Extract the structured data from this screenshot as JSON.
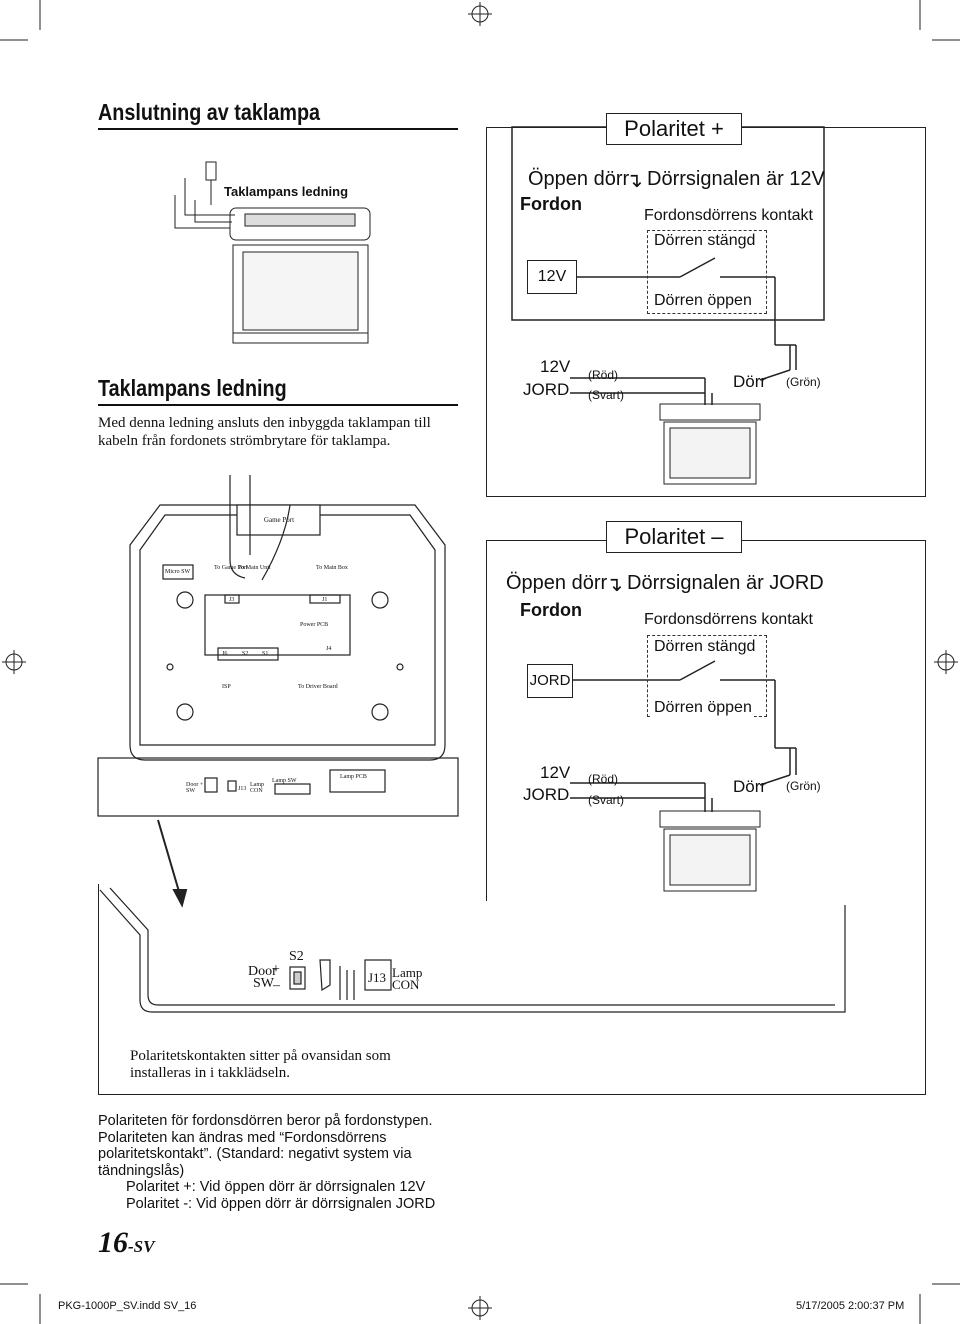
{
  "section1": {
    "heading": "Anslutning av taklampa",
    "cable_label": "Taklampans ledning"
  },
  "section2": {
    "heading": "Taklampans ledning",
    "body": "Med denna ledning ansluts den inbyggda taklampan till kabeln från fordonets strömbrytare för taklampa."
  },
  "polarity_plus": {
    "title": "Polaritet +",
    "open_door": "Öppen dörr",
    "signal": "Dörrsignalen är 12V",
    "vehicle": "Fordon",
    "contact": "Fordonsdörrens kontakt",
    "closed": "Dörren stängd",
    "source": "12V",
    "opened": "Dörren öppen",
    "v12": "12V",
    "ground": "JORD",
    "red": "(Röd)",
    "black": "(Svart)",
    "door": "Dörr",
    "green": "(Grön)"
  },
  "polarity_minus": {
    "title": "Polaritet –",
    "open_door": "Öppen dörr",
    "signal": "Dörrsignalen är JORD",
    "vehicle": "Fordon",
    "contact": "Fordonsdörrens kontakt",
    "closed": "Dörren stängd",
    "source": "JORD",
    "opened": "Dörren öppen",
    "v12": "12V",
    "ground": "JORD",
    "red": "(Röd)",
    "black": "(Svart)",
    "door": "Dörr",
    "green": "(Grön)"
  },
  "board": {
    "game_port": "Game Port",
    "micro_sw": "Micro SW",
    "to_game_port": "To Game Port",
    "to_main_unit": "To Main Unit",
    "to_main_box": "To Main Box",
    "power_pcb": "Power PCB",
    "j6": "J6",
    "s2": "S2",
    "s1": "S1",
    "j4": "J4",
    "j3": "J3",
    "j1": "J1",
    "isp": "ISP",
    "to_driver_board": "To Driver Board",
    "lamp_pcb": "Lamp PCB",
    "door_sw": "Door + SW",
    "lamp_con": "Lamp CON",
    "lamp_sw": "Lamp SW",
    "j13": "J13"
  },
  "detail": {
    "s2": "S2",
    "door": "Door",
    "plus": "+",
    "sw": "SW",
    "minus": "–",
    "j13": "J13",
    "lamp": "Lamp",
    "con": "CON",
    "caption": "Polaritetskontakten sitter på ovansidan som installeras in i takklädseln."
  },
  "notes": [
    "Polariteten för fordonsdörren beror på fordonstypen.",
    "Polariteten kan ändras med “Fordonsdörrens",
    "polaritetskontakt”. (Standard: negativt system via",
    "tändningslås)",
    "Polaritet +: Vid öppen dörr är dörrsignalen 12V",
    "Polaritet -: Vid öppen dörr är dörrsignalen JORD"
  ],
  "page_number": "16",
  "page_suffix": "-SV",
  "footer": {
    "file": "PKG-1000P_SV.indd  SV_16",
    "date": "5/17/2005  2:00:37 PM"
  }
}
